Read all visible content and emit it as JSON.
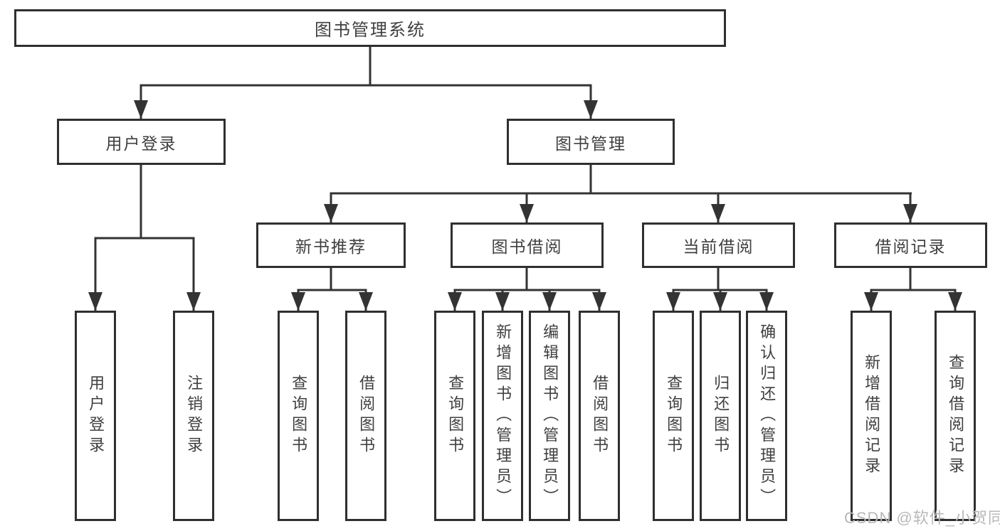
{
  "diagram": {
    "root": "图书管理系统",
    "branches": {
      "user_login": "用户登录",
      "book_management": "图书管理"
    },
    "modules": {
      "new_books": "新书推荐",
      "book_borrow": "图书借阅",
      "current_borrow": "当前借阅",
      "borrow_records": "借阅记录"
    },
    "leaves": {
      "user_login": [
        "用户登录",
        "注销登录"
      ],
      "new_books": [
        "查询图书",
        "借阅图书"
      ],
      "book_borrow": [
        "查询图书",
        "新增图书（管理员）",
        "编辑图书（管理员）",
        "借阅图书"
      ],
      "current_borrow": [
        "查询图书",
        "归还图书",
        "确认归还（管理员）"
      ],
      "borrow_records": [
        "新增借阅记录",
        "查询借阅记录"
      ]
    }
  },
  "watermark": "CSDN @软件_小贺同学",
  "colors": {
    "background": "#ffffff",
    "line": "#333333",
    "box_border": "#2f2f2f",
    "text": "#3f3f3f",
    "watermark_text": "#b8b8b8"
  }
}
